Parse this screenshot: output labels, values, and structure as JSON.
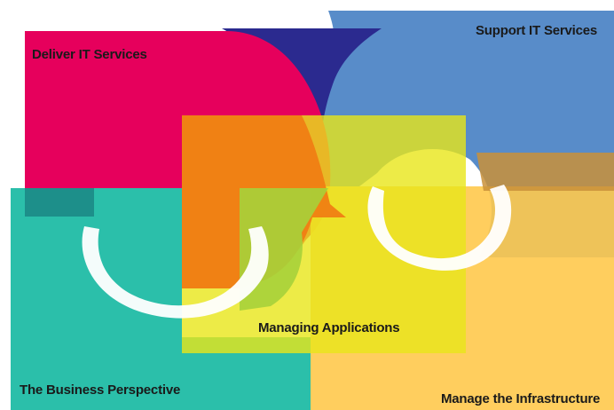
{
  "diagram": {
    "pieces": [
      {
        "id": "deliver",
        "label": "Deliver IT Services",
        "color": "#e6005c"
      },
      {
        "id": "support",
        "label": "Support IT Services",
        "color": "#4f86c6"
      },
      {
        "id": "managing",
        "label": "Managing Applications",
        "color": "#e8e619"
      },
      {
        "id": "business",
        "label": "The Business Perspective",
        "color": "#2bbfaa"
      },
      {
        "id": "infra",
        "label": "Manage the Infrastructure",
        "color": "#ffc94d"
      }
    ],
    "accent_colors": {
      "funnel": "#2b2a8f",
      "overlap_orange": "#f07c12",
      "overlap_green": "#a6d13a",
      "white_ring": "#ffffff"
    }
  }
}
